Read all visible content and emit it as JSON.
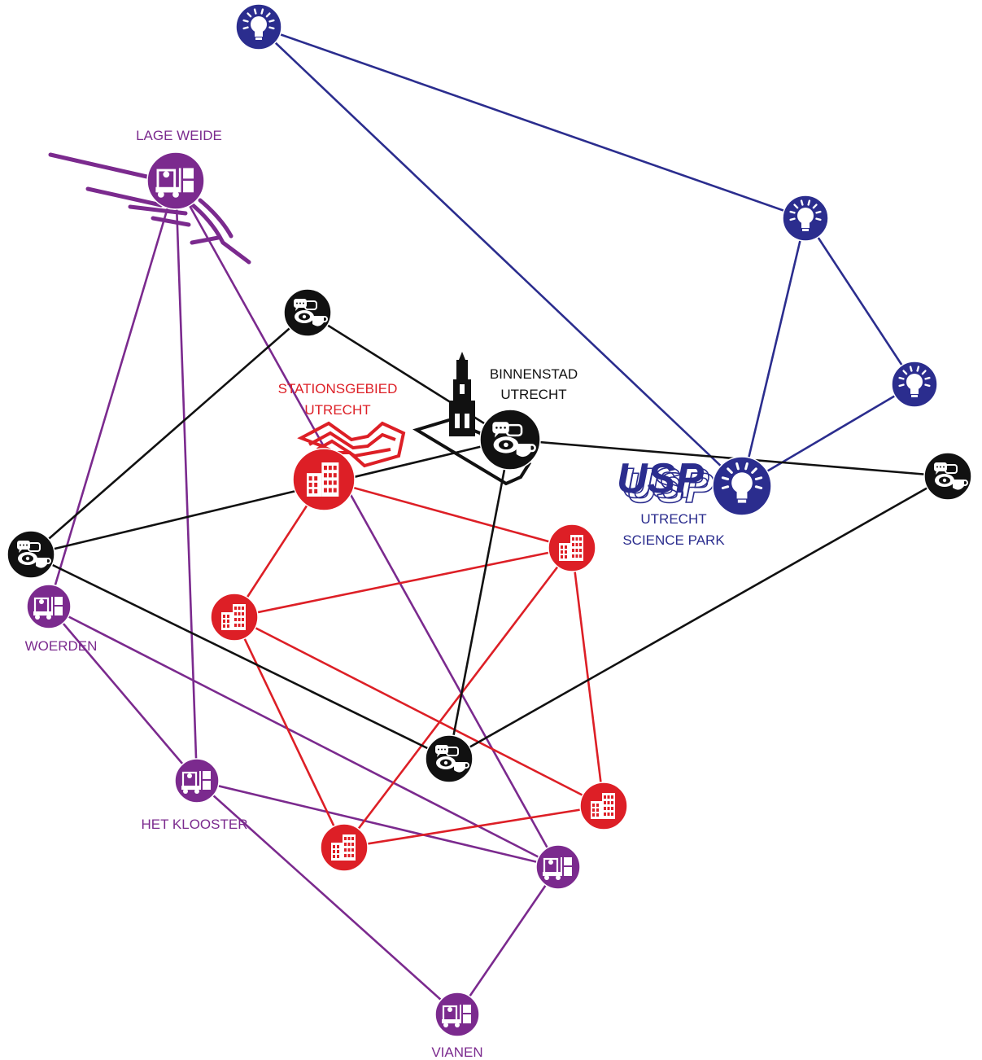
{
  "colors": {
    "innovation": "#2b2d8e",
    "logistics": "#7b2a8e",
    "office": "#dd1f26",
    "city": "#111111"
  },
  "labels": {
    "lage_weide": "LAGE WEIDE",
    "stationsgebied_line1": "STATIONSGEBIED",
    "stationsgebied_line2": "UTRECHT",
    "binnenstad_line1": "BINNENSTAD",
    "binnenstad_line2": "UTRECHT",
    "usp_logo": "USP",
    "science_park_line1": "UTRECHT",
    "science_park_line2": "SCIENCE PARK",
    "woerden": "WOERDEN",
    "het_klooster": "HET KLOOSTER",
    "vianen": "VIANEN"
  },
  "nodes": [
    {
      "id": "bulb-north",
      "kind": "innovation",
      "icon": "lightbulb-icon"
    },
    {
      "id": "bulb-east",
      "kind": "innovation",
      "icon": "lightbulb-icon"
    },
    {
      "id": "bulb-southeast",
      "kind": "innovation",
      "icon": "lightbulb-icon"
    },
    {
      "id": "bulb-science-park",
      "kind": "innovation",
      "icon": "lightbulb-icon"
    },
    {
      "id": "lage-weide",
      "kind": "logistics",
      "icon": "forklift-icon"
    },
    {
      "id": "woerden",
      "kind": "logistics",
      "icon": "forklift-icon"
    },
    {
      "id": "het-klooster",
      "kind": "logistics",
      "icon": "forklift-icon"
    },
    {
      "id": "logistics-south",
      "kind": "logistics",
      "icon": "forklift-icon"
    },
    {
      "id": "vianen",
      "kind": "logistics",
      "icon": "forklift-icon"
    },
    {
      "id": "stationsgebied",
      "kind": "office",
      "icon": "office-building-icon"
    },
    {
      "id": "office-east",
      "kind": "office",
      "icon": "office-building-icon"
    },
    {
      "id": "office-west",
      "kind": "office",
      "icon": "office-building-icon"
    },
    {
      "id": "office-southeast",
      "kind": "office",
      "icon": "office-building-icon"
    },
    {
      "id": "office-south",
      "kind": "office",
      "icon": "office-building-icon"
    },
    {
      "id": "city-north",
      "kind": "city",
      "icon": "speech-eye-coffee-icon"
    },
    {
      "id": "binnenstad",
      "kind": "city",
      "icon": "speech-eye-coffee-icon"
    },
    {
      "id": "city-east",
      "kind": "city",
      "icon": "speech-eye-coffee-icon"
    },
    {
      "id": "city-west",
      "kind": "city",
      "icon": "speech-eye-coffee-icon"
    },
    {
      "id": "city-south",
      "kind": "city",
      "icon": "speech-eye-coffee-icon"
    }
  ],
  "edges": [
    [
      "bulb-north",
      "bulb-east"
    ],
    [
      "bulb-north",
      "bulb-science-park"
    ],
    [
      "bulb-east",
      "bulb-science-park"
    ],
    [
      "bulb-east",
      "bulb-southeast"
    ],
    [
      "bulb-southeast",
      "bulb-science-park"
    ],
    [
      "lage-weide",
      "woerden"
    ],
    [
      "lage-weide",
      "het-klooster"
    ],
    [
      "lage-weide",
      "logistics-south"
    ],
    [
      "woerden",
      "het-klooster"
    ],
    [
      "woerden",
      "logistics-south"
    ],
    [
      "het-klooster",
      "logistics-south"
    ],
    [
      "het-klooster",
      "vianen"
    ],
    [
      "logistics-south",
      "vianen"
    ],
    [
      "stationsgebied",
      "office-east"
    ],
    [
      "stationsgebied",
      "office-west"
    ],
    [
      "office-east",
      "office-west"
    ],
    [
      "office-east",
      "office-southeast"
    ],
    [
      "office-east",
      "office-south"
    ],
    [
      "office-west",
      "office-south"
    ],
    [
      "office-west",
      "office-southeast"
    ],
    [
      "office-southeast",
      "office-south"
    ],
    [
      "city-north",
      "binnenstad"
    ],
    [
      "city-north",
      "city-west"
    ],
    [
      "binnenstad",
      "city-east"
    ],
    [
      "binnenstad",
      "city-west"
    ],
    [
      "binnenstad",
      "city-south"
    ],
    [
      "city-west",
      "city-south"
    ],
    [
      "city-east",
      "city-south"
    ]
  ]
}
